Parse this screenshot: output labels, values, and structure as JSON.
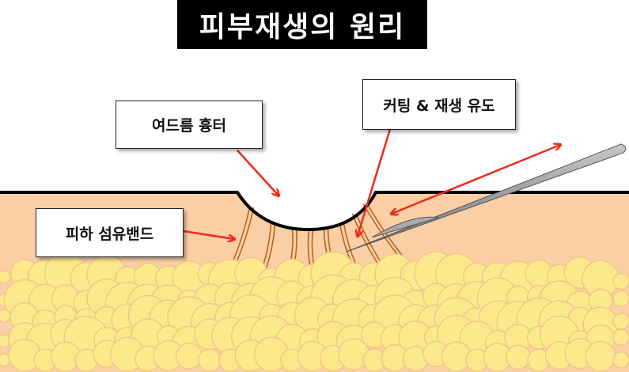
{
  "title": "피부재생의 원리",
  "labels": {
    "scar": "여드름 흉터",
    "cutting": "커팅 & 재생 유도",
    "fibrous": "피하 섬유밴드"
  },
  "colors": {
    "skin": "#fbcfa6",
    "fat": "#fce98c",
    "fat_stroke": "#f3c58a",
    "fiber": "#b5651d",
    "arrow": "#f02a1a",
    "needle": "#8c8c8c"
  }
}
